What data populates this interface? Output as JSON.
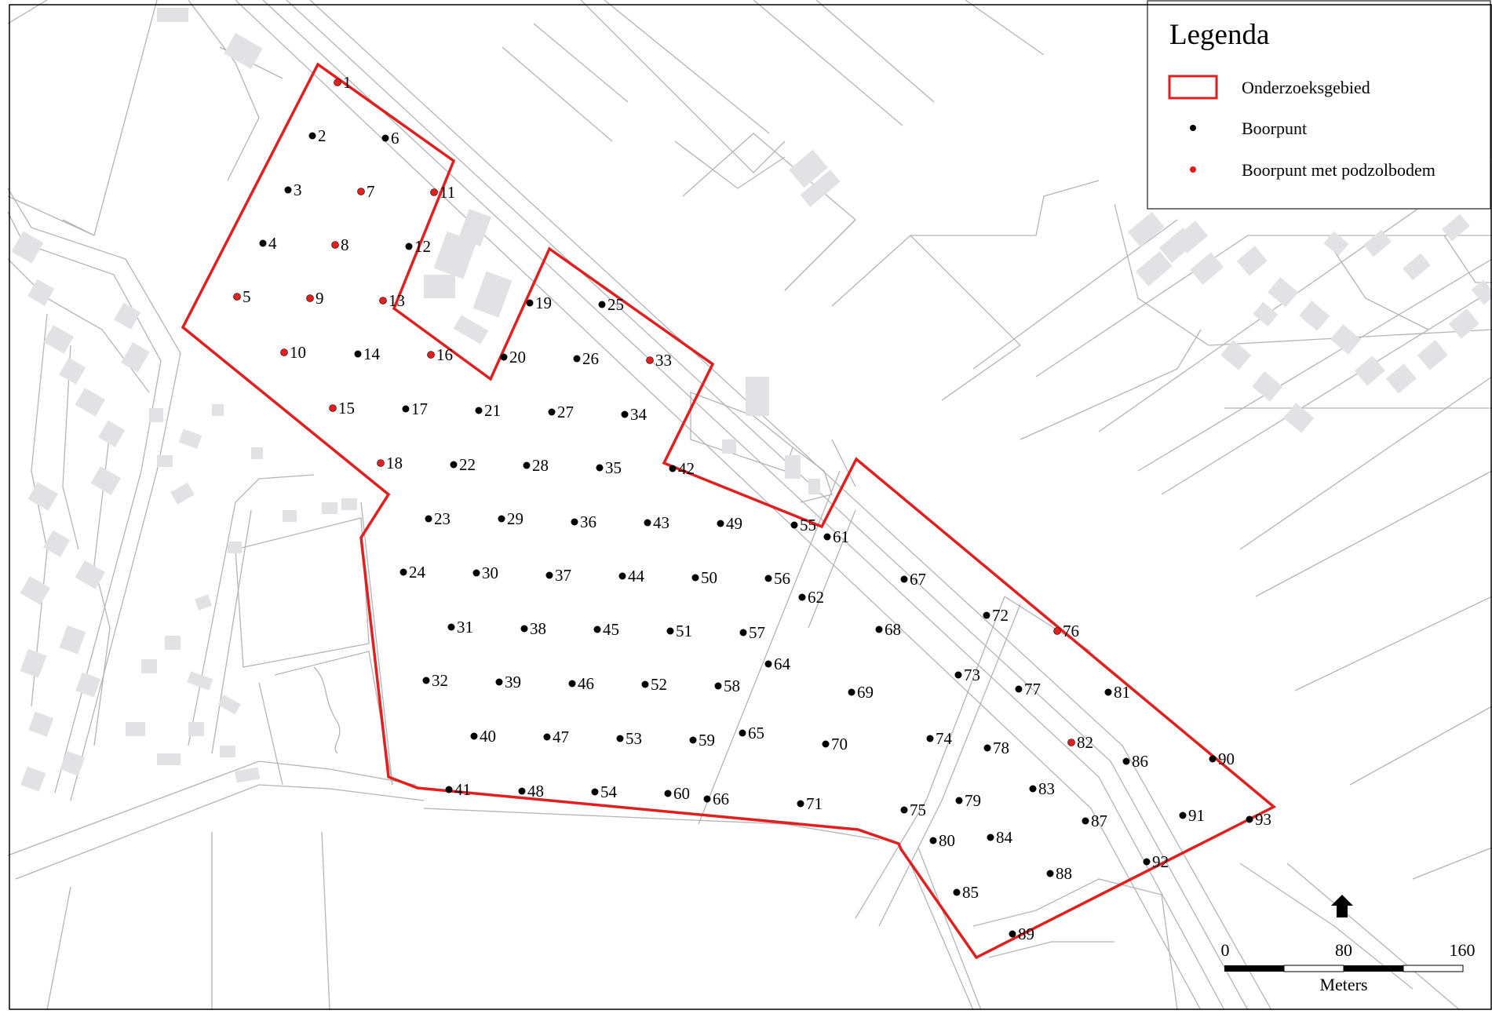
{
  "legend": {
    "title": "Legenda",
    "items": [
      {
        "label": "Onderzoeksgebied",
        "symbol": "red-outline-rectangle"
      },
      {
        "label": "Boorpunt",
        "symbol": "black-dot"
      },
      {
        "label": "Boorpunt met podzolbodem",
        "symbol": "red-dot"
      }
    ]
  },
  "scale_bar": {
    "ticks": [
      "0",
      "80",
      "160"
    ],
    "unit": "Meters"
  },
  "colors": {
    "boundary": "#e21f1f",
    "podzol": "#e21f1f",
    "point": "#000000",
    "roads": "#b4b4b4",
    "buildings": "#e2e2e4"
  },
  "north_arrow": "north-arrow-icon",
  "points": [
    {
      "id": "1",
      "podzol": true
    },
    {
      "id": "2",
      "podzol": false
    },
    {
      "id": "3",
      "podzol": false
    },
    {
      "id": "4",
      "podzol": false
    },
    {
      "id": "5",
      "podzol": true
    },
    {
      "id": "6",
      "podzol": false
    },
    {
      "id": "7",
      "podzol": true
    },
    {
      "id": "8",
      "podzol": true
    },
    {
      "id": "9",
      "podzol": true
    },
    {
      "id": "10",
      "podzol": true
    },
    {
      "id": "11",
      "podzol": true
    },
    {
      "id": "12",
      "podzol": false
    },
    {
      "id": "13",
      "podzol": true
    },
    {
      "id": "14",
      "podzol": false
    },
    {
      "id": "15",
      "podzol": true
    },
    {
      "id": "16",
      "podzol": true
    },
    {
      "id": "17",
      "podzol": false
    },
    {
      "id": "18",
      "podzol": true
    },
    {
      "id": "19",
      "podzol": false
    },
    {
      "id": "20",
      "podzol": false
    },
    {
      "id": "21",
      "podzol": false
    },
    {
      "id": "22",
      "podzol": false
    },
    {
      "id": "23",
      "podzol": false
    },
    {
      "id": "24",
      "podzol": false
    },
    {
      "id": "25",
      "podzol": false
    },
    {
      "id": "26",
      "podzol": false
    },
    {
      "id": "27",
      "podzol": false
    },
    {
      "id": "28",
      "podzol": false
    },
    {
      "id": "29",
      "podzol": false
    },
    {
      "id": "30",
      "podzol": false
    },
    {
      "id": "31",
      "podzol": false
    },
    {
      "id": "32",
      "podzol": false
    },
    {
      "id": "33",
      "podzol": true
    },
    {
      "id": "34",
      "podzol": false
    },
    {
      "id": "35",
      "podzol": false
    },
    {
      "id": "36",
      "podzol": false
    },
    {
      "id": "37",
      "podzol": false
    },
    {
      "id": "38",
      "podzol": false
    },
    {
      "id": "39",
      "podzol": false
    },
    {
      "id": "40",
      "podzol": false
    },
    {
      "id": "41",
      "podzol": false
    },
    {
      "id": "42",
      "podzol": false
    },
    {
      "id": "43",
      "podzol": false
    },
    {
      "id": "44",
      "podzol": false
    },
    {
      "id": "45",
      "podzol": false
    },
    {
      "id": "46",
      "podzol": false
    },
    {
      "id": "47",
      "podzol": false
    },
    {
      "id": "48",
      "podzol": false
    },
    {
      "id": "49",
      "podzol": false
    },
    {
      "id": "50",
      "podzol": false
    },
    {
      "id": "51",
      "podzol": false
    },
    {
      "id": "52",
      "podzol": false
    },
    {
      "id": "53",
      "podzol": false
    },
    {
      "id": "54",
      "podzol": false
    },
    {
      "id": "55",
      "podzol": false
    },
    {
      "id": "56",
      "podzol": false
    },
    {
      "id": "57",
      "podzol": false
    },
    {
      "id": "58",
      "podzol": false
    },
    {
      "id": "59",
      "podzol": false
    },
    {
      "id": "60",
      "podzol": false
    },
    {
      "id": "61",
      "podzol": false
    },
    {
      "id": "62",
      "podzol": false
    },
    {
      "id": "64",
      "podzol": false
    },
    {
      "id": "65",
      "podzol": false
    },
    {
      "id": "66",
      "podzol": false
    },
    {
      "id": "67",
      "podzol": false
    },
    {
      "id": "68",
      "podzol": false
    },
    {
      "id": "69",
      "podzol": false
    },
    {
      "id": "70",
      "podzol": false
    },
    {
      "id": "71",
      "podzol": false
    },
    {
      "id": "72",
      "podzol": false
    },
    {
      "id": "73",
      "podzol": false
    },
    {
      "id": "74",
      "podzol": false
    },
    {
      "id": "75",
      "podzol": false
    },
    {
      "id": "76",
      "podzol": true
    },
    {
      "id": "77",
      "podzol": false
    },
    {
      "id": "78",
      "podzol": false
    },
    {
      "id": "79",
      "podzol": false
    },
    {
      "id": "80",
      "podzol": false
    },
    {
      "id": "81",
      "podzol": false
    },
    {
      "id": "82",
      "podzol": true
    },
    {
      "id": "83",
      "podzol": false
    },
    {
      "id": "84",
      "podzol": false
    },
    {
      "id": "85",
      "podzol": false
    },
    {
      "id": "86",
      "podzol": false
    },
    {
      "id": "87",
      "podzol": false
    },
    {
      "id": "88",
      "podzol": false
    },
    {
      "id": "89",
      "podzol": false
    },
    {
      "id": "90",
      "podzol": false
    },
    {
      "id": "91",
      "podzol": false
    },
    {
      "id": "92",
      "podzol": false
    },
    {
      "id": "93",
      "podzol": false
    }
  ]
}
